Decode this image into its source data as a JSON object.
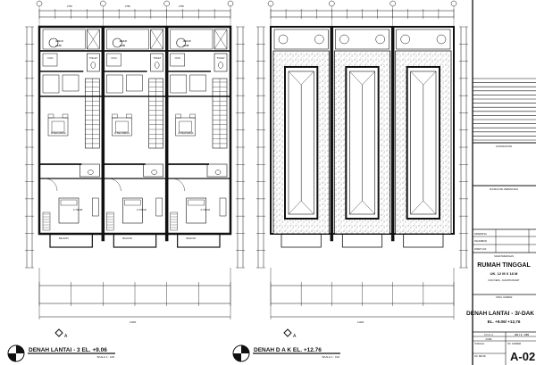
{
  "plans": [
    {
      "title": "DENAH LANTAI - 3 EL. +9.06",
      "scale": "SKALA 1 : 100",
      "section_marker": "A"
    },
    {
      "title": "DENAH  D A K  EL. +12.76",
      "scale": "SKALA 1 : 100",
      "section_marker": "A"
    }
  ],
  "rooms": {
    "jemur": "JEMUR",
    "cuci": "CUCI",
    "toilet": "TOILET",
    "kamar_tidur": "K.TIDUR",
    "keluarga": "R.KELUARGA",
    "balkon": "BALKON",
    "level": "+9.06"
  },
  "dimensions": {
    "top": [
      "2750",
      "2750",
      "2750"
    ],
    "sub": [
      "500",
      "750",
      "500"
    ],
    "total": "12000"
  },
  "title_block": {
    "kontraktor": "KONTRAKTOR",
    "konsultan": "KONSULTAN PERENCANA",
    "rows": [
      "DIPERIKSA",
      "DIGAMBAR",
      "DISETUJUI"
    ],
    "nama_pekerjaan_label": "NAMA PEKERJAAN",
    "project_name": "RUMAH TINGGAL",
    "project_size": "UK. 12 M X 18 M",
    "project_location": "DURI KEPA - JAKARTA BARAT",
    "judul_label": "JUDUL GAMBAR",
    "drawing_title": "DENAH LANTAI - 3/-DAK",
    "drawing_elev": "EL. +9.06/ +12,76",
    "skala_label": "S K A L A",
    "skala_value": "AS / 1 : 100",
    "kode_label": "KODE",
    "tanggal_label": "TANGGAL",
    "revisi_label": "NO. REVISI",
    "no_gambar_label": "NO. GAMBAR",
    "sheet_number": "A-02"
  }
}
